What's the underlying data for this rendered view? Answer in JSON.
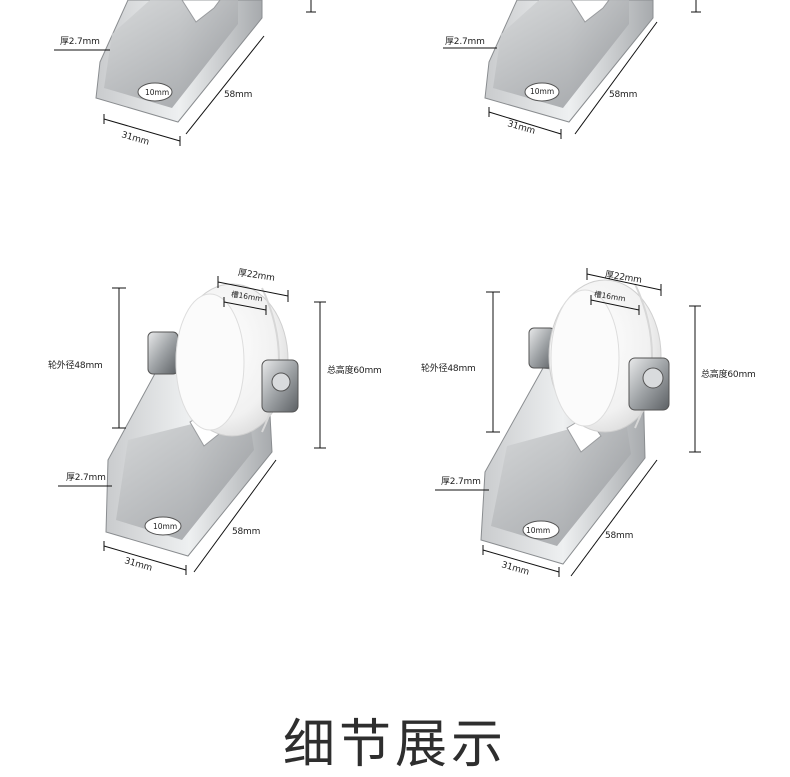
{
  "section_title": "细节展示",
  "dimensions": {
    "thickness_plate": "厚2.7mm",
    "hole": "10mm",
    "length": "58mm",
    "width": "31mm",
    "wheel_thickness": "厚22mm",
    "groove": "槽16mm",
    "wheel_diameter": "轮外径48mm",
    "total_height": "总高度60mm"
  },
  "colors": {
    "metal_light": "#e2e3e4",
    "metal_mid": "#b6b8ba",
    "metal_dark": "#7d8083",
    "wheel": "#f5f5f5",
    "line": "#111111"
  }
}
